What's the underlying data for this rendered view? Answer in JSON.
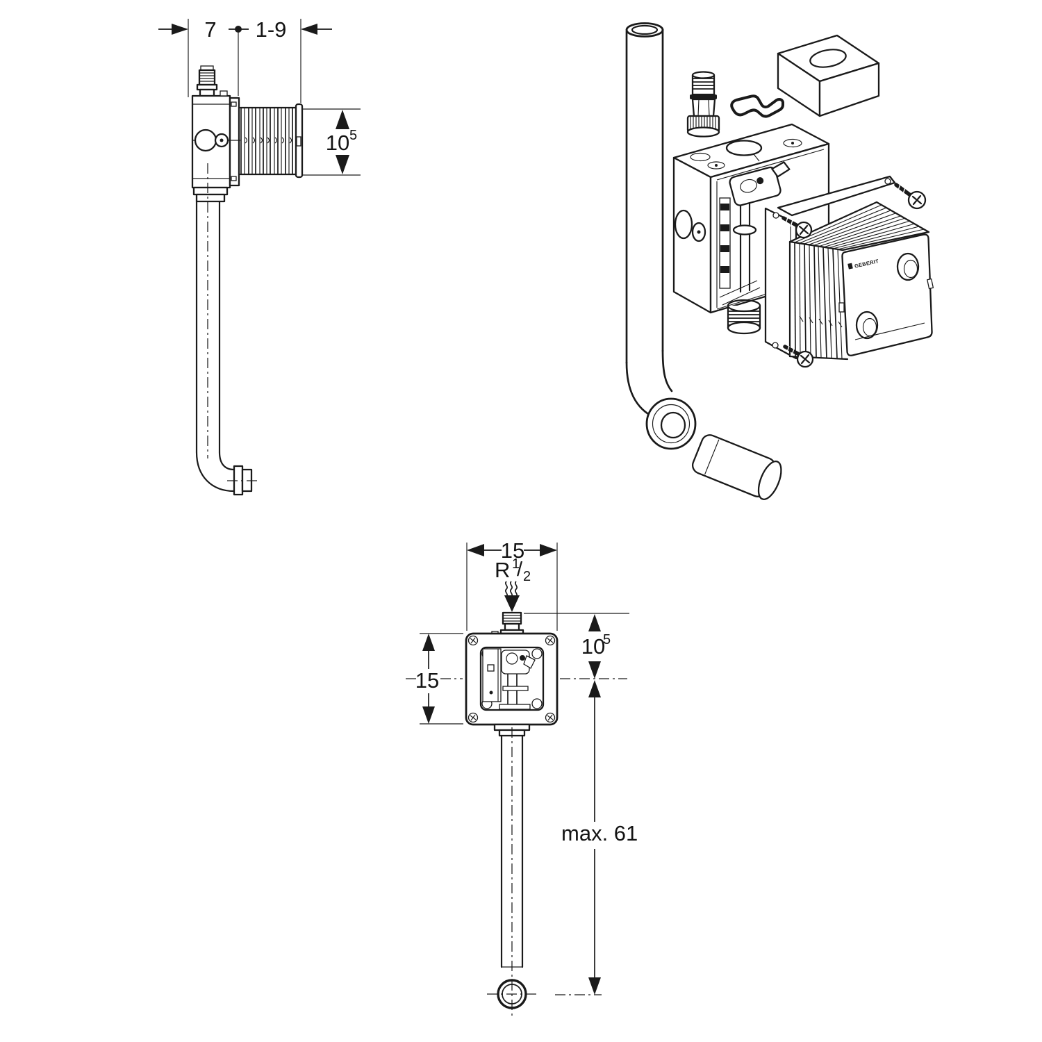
{
  "page": {
    "background": "#ffffff",
    "line_color": "#1a1a1a",
    "description": "Technical installation drawing of a concealed urinal flush valve rough-in box: side view, exploded isometric view, front view"
  },
  "side_view": {
    "dim_wall_offset": "7",
    "dim_adjustable_range": "1-9",
    "dim_height_base": "10",
    "dim_height_sup": "5"
  },
  "exploded_view": {
    "brand_label": "GEBERIT"
  },
  "front_view": {
    "dim_width": "15",
    "dim_height": "15",
    "thread_base": "R",
    "thread_sup": "1",
    "thread_slash": "/",
    "thread_sub": "2",
    "dim_offset_base": "10",
    "dim_offset_sup": "5",
    "dim_max_drop": "max. 61"
  }
}
